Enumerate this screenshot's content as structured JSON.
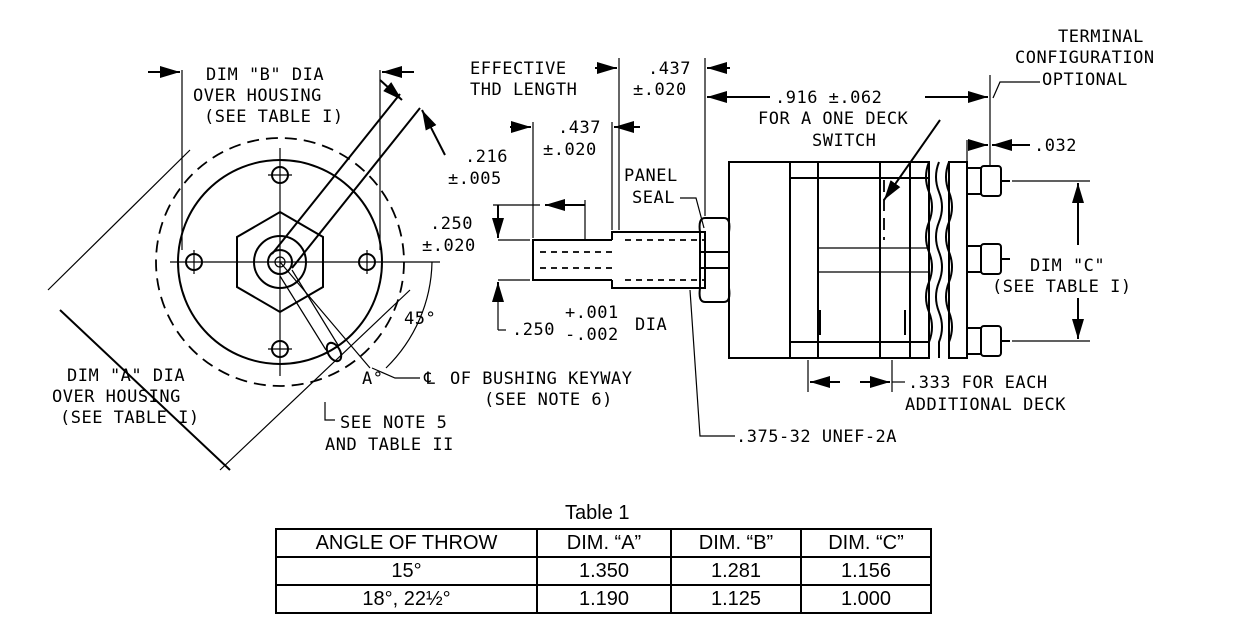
{
  "labels": {
    "dim_b_1": "DIM \"B\" DIA",
    "dim_b_2": "OVER HOUSING",
    "dim_b_3": "(SEE TABLE I)",
    "dim_a_1": "DIM \"A\" DIA",
    "dim_a_2": "OVER HOUSING",
    "dim_a_3": "(SEE TABLE I)",
    "see_note5_1": "SEE NOTE 5",
    "see_note5_2": "AND TABLE II",
    "a_deg": "A°",
    "deg45": "45°",
    "d216_1": ".216",
    "d216_2": "±.005",
    "d250_1": ".250",
    "d250_2": "±.020",
    "eff_1": "EFFECTIVE",
    "eff_2": "THD LENGTH",
    "d437a_1": ".437",
    "d437a_2": "±.020",
    "d437b_1": ".437",
    "d437b_2": "±.020",
    "panel_1": "PANEL",
    "panel_2": "SEAL",
    "dia250_main": ".250",
    "dia250_plus": "+.001",
    "dia250_minus": "-.002",
    "dia250_dia": "DIA",
    "keyway_1": "OF BUSHING KEYWAY",
    "keyway_2": "(SEE NOTE 6)",
    "thread": ".375-32 UNEF-2A",
    "d916_1": ".916 ±.062",
    "d916_2": "FOR A ONE DECK",
    "d916_3": "SWITCH",
    "term_1": "TERMINAL",
    "term_2": "CONFIGURATION",
    "term_3": "OPTIONAL",
    "d032": ".032",
    "dim_c_1": "DIM \"C\"",
    "dim_c_2": "(SEE TABLE I)",
    "d333_1": ".333 FOR EACH",
    "d333_2": "ADDITIONAL DECK"
  },
  "table": {
    "title": "Table 1",
    "headers": [
      "ANGLE OF THROW",
      "DIM. “A”",
      "DIM. “B”",
      "DIM. “C”"
    ],
    "rows": [
      [
        "15°",
        "1.350",
        "1.281",
        "1.156"
      ],
      [
        "18°, 22½°",
        "1.190",
        "1.125",
        "1.000"
      ]
    ]
  }
}
